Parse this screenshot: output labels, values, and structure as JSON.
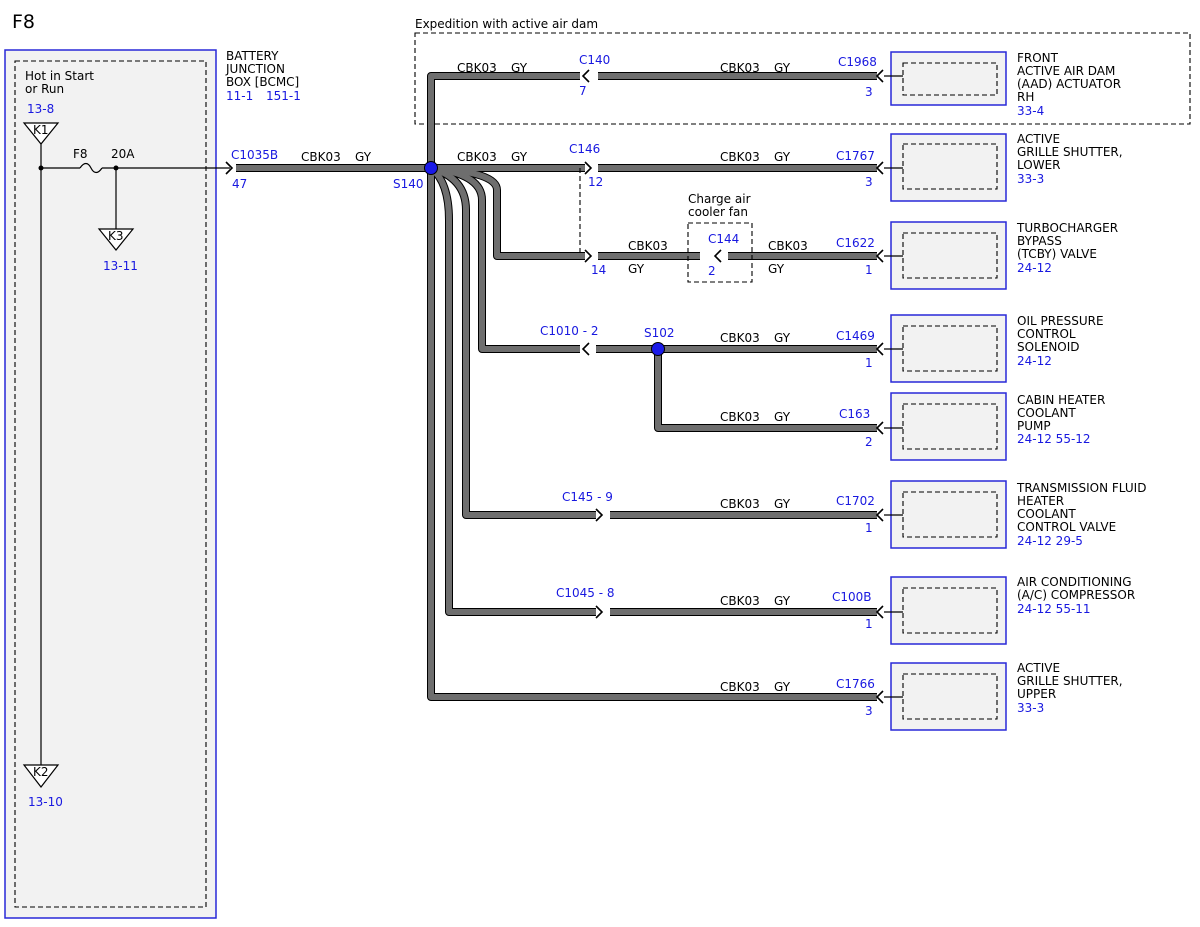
{
  "page_code": "F8",
  "optional_group_label": "Expedition with active air dam",
  "power_box": {
    "supply_label": [
      "Hot in Start",
      "or Run"
    ],
    "supply_ref": "13-8",
    "k1": "K1",
    "k2": "K2",
    "k2_ref": "13-10",
    "k3": "K3",
    "k3_ref": "13-11",
    "fuse_name": "F8",
    "fuse_rating": "20A"
  },
  "bjb": {
    "title": [
      "BATTERY",
      "JUNCTION",
      "BOX [BCMC]"
    ],
    "refs": [
      "11-1",
      "151-1"
    ],
    "connector": "C1035B",
    "pin": "47"
  },
  "wire": {
    "circuit": "CBK03",
    "color": "GY"
  },
  "splices": {
    "main": "S140",
    "secondary": "S102"
  },
  "inline_connectors": {
    "c140": {
      "id": "C140",
      "pin": "7"
    },
    "c146": {
      "id": "C146",
      "pin_upper": "12",
      "pin_lower": "14"
    },
    "c144": {
      "id": "C144",
      "pin": "2",
      "group_label": [
        "Charge air",
        "cooler fan"
      ]
    },
    "c1010": {
      "label": "C1010  - 2"
    },
    "c145": {
      "label": "C145  - 9"
    },
    "c1045": {
      "label": "C1045  - 8"
    }
  },
  "components": [
    {
      "connector": "C1968",
      "pin": "3",
      "name": [
        "FRONT",
        "ACTIVE AIR DAM",
        "(AAD) ACTUATOR",
        "RH"
      ],
      "refs": "33-4"
    },
    {
      "connector": "C1767",
      "pin": "3",
      "name": [
        "ACTIVE",
        "GRILLE SHUTTER,",
        "LOWER"
      ],
      "refs": "33-3"
    },
    {
      "connector": "C1622",
      "pin": "1",
      "name": [
        "TURBOCHARGER",
        "BYPASS",
        "(TCBY) VALVE"
      ],
      "refs": "24-12"
    },
    {
      "connector": "C1469",
      "pin": "1",
      "name": [
        "OIL PRESSURE",
        "CONTROL",
        "SOLENOID"
      ],
      "refs": "24-12"
    },
    {
      "connector": "C163",
      "pin": "2",
      "name": [
        "CABIN HEATER",
        "COOLANT",
        "PUMP"
      ],
      "refs": "24-12  55-12"
    },
    {
      "connector": "C1702",
      "pin": "1",
      "name": [
        "TRANSMISSION FLUID",
        "HEATER",
        "COOLANT",
        "CONTROL VALVE"
      ],
      "refs": "24-12  29-5"
    },
    {
      "connector": "C100B",
      "pin": "1",
      "name": [
        "AIR CONDITIONING",
        "(A/C) COMPRESSOR"
      ],
      "refs": "24-12  55-11"
    },
    {
      "connector": "C1766",
      "pin": "3",
      "name": [
        "ACTIVE",
        "GRILLE SHUTTER,",
        "UPPER"
      ],
      "refs": "33-3"
    }
  ],
  "colors": {
    "label_blue": "#1818e0",
    "wire_gray": "#6e6e6e",
    "box_fill": "#f2f2f2"
  }
}
